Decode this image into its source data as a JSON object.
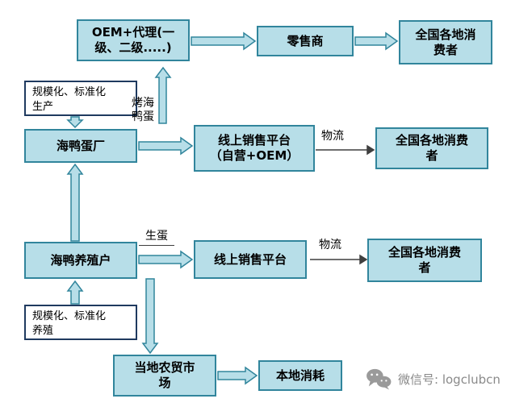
{
  "diagram": {
    "nodes": {
      "oem": "OEM+代理(一级、二级.....)",
      "retailer": "零售商",
      "consumer_top": "全国各地消费者",
      "production_line1": "规模化、标准化",
      "production_line2": "生产",
      "factory": "海鸭蛋厂",
      "platform_oem_line1": "线上销售平台",
      "platform_oem_line2": "（自营+OEM）",
      "consumer_mid": "全国各地消费者",
      "farmer": "海鸭养殖户",
      "platform": "线上销售平台",
      "consumer_bottom": "全国各地消费者",
      "breeding_line1": "规模化、标准化",
      "breeding_line2": "养殖",
      "local_market": "当地农贸市场",
      "local_consumption": "本地消耗"
    },
    "edge_labels": {
      "roast_egg": "烤海鸭蛋",
      "lay_egg": "生蛋",
      "logistics_mid": "物流",
      "logistics_bottom": "物流"
    },
    "colors": {
      "node_fill": "#b7dee8",
      "node_border": "#31859c",
      "callout_border": "#1f3a5f",
      "text": "#000000",
      "thin_arrow": "#3f3f3f",
      "footer_gray": "#8a8a8a"
    }
  },
  "footer": {
    "wechat_label": "微信号: logclubcn"
  }
}
